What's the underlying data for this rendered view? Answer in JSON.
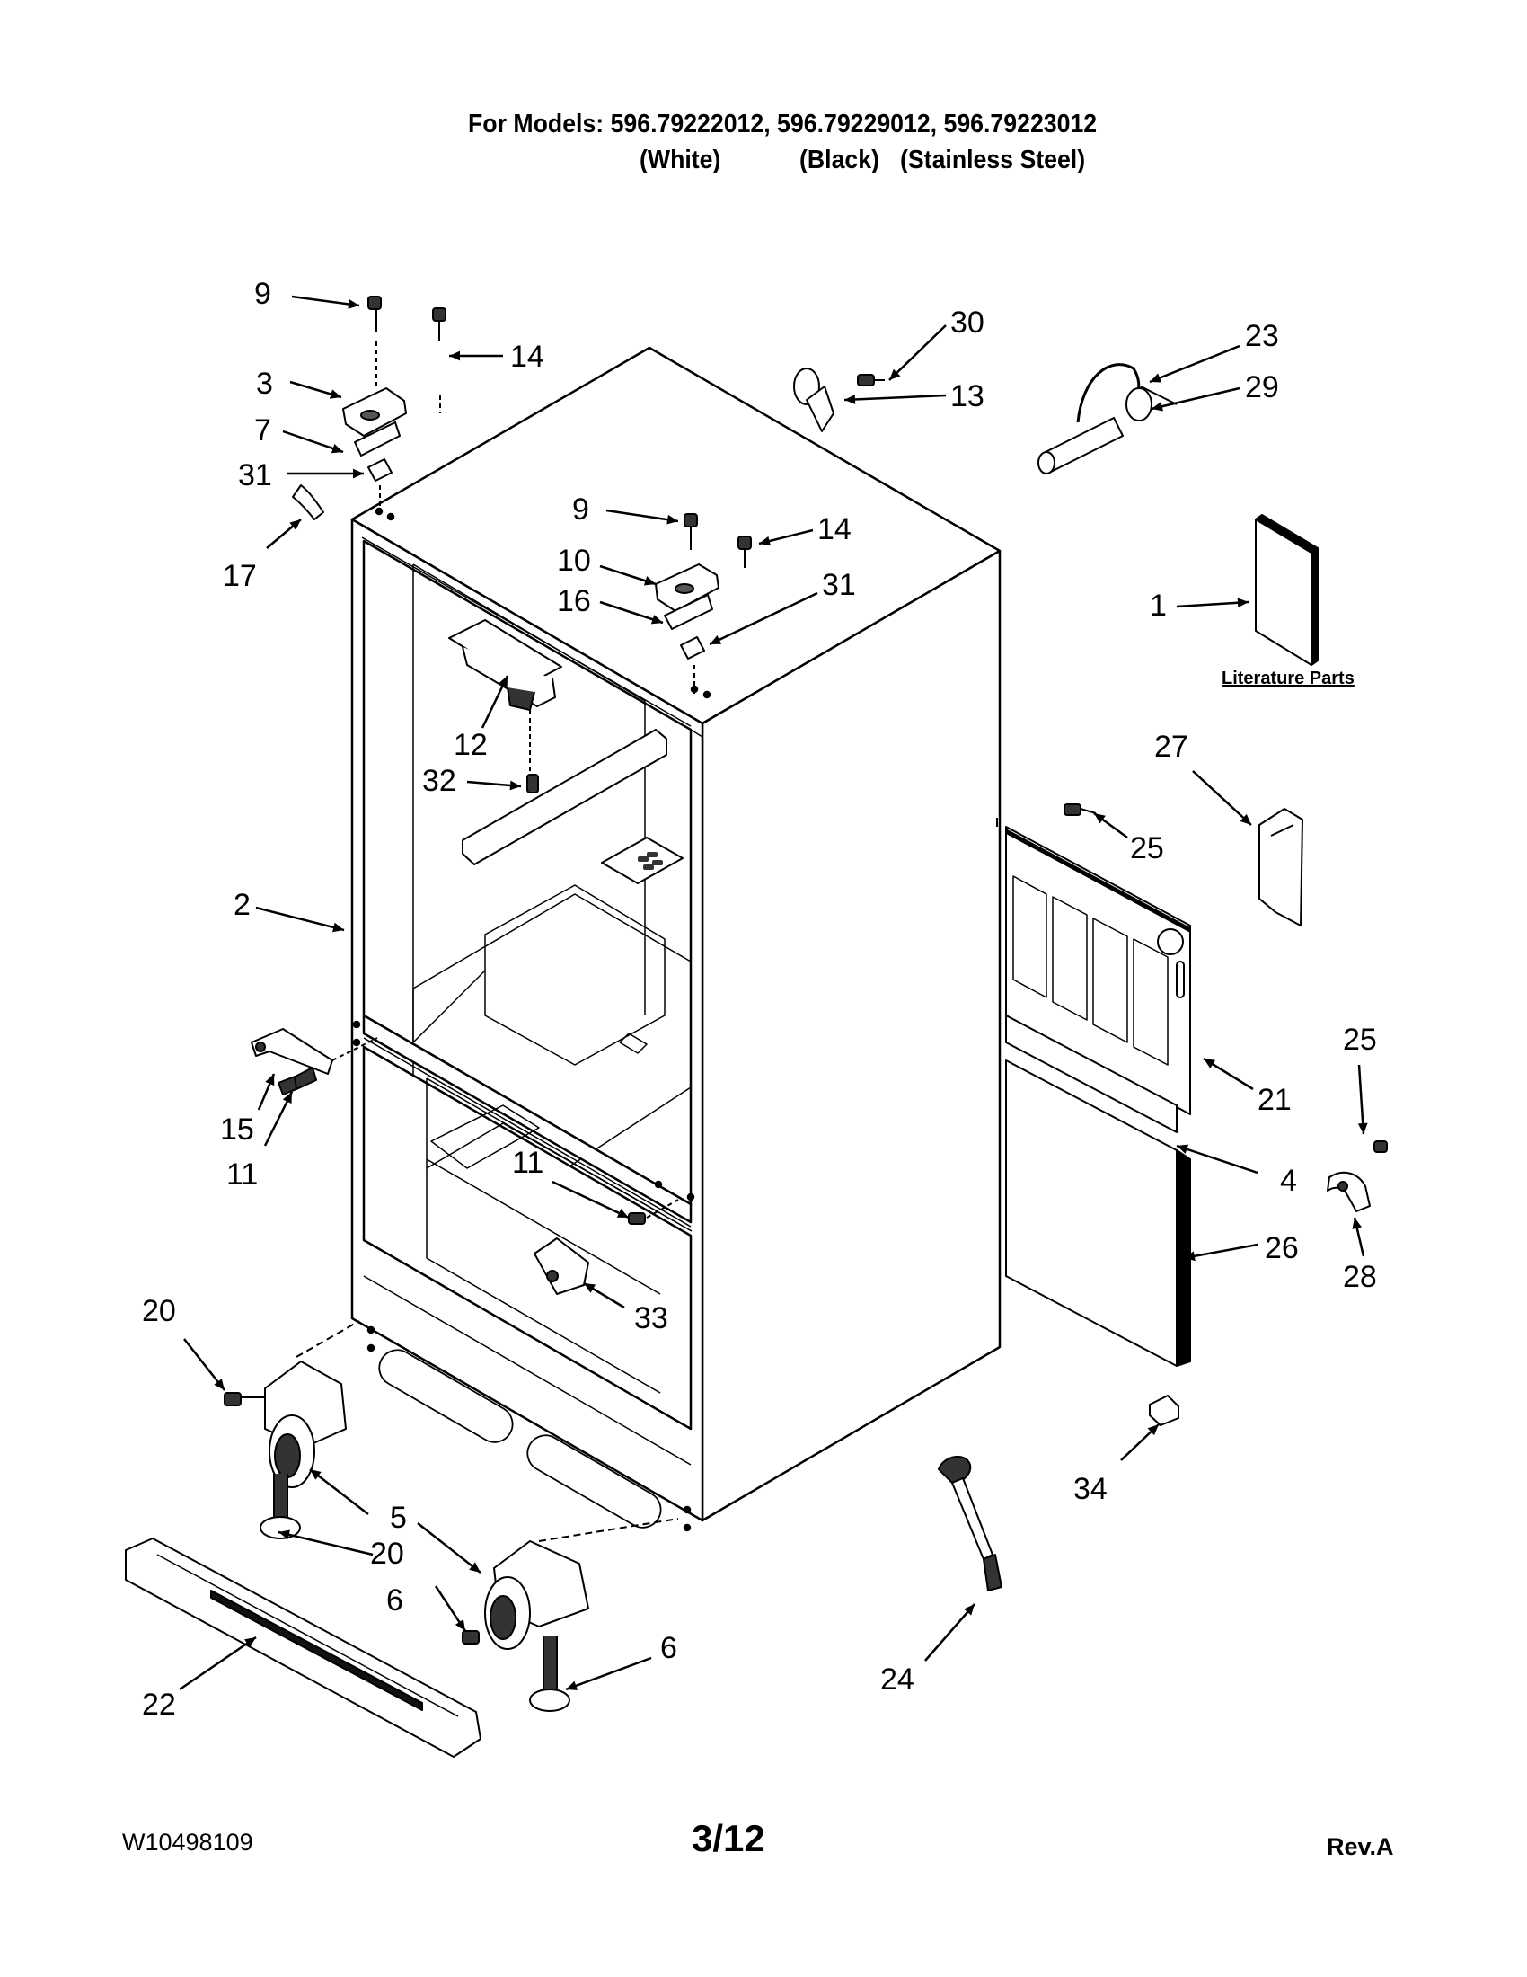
{
  "header": {
    "models_line": "For Models: 596.79222012, 596.79229012, 596.79223012",
    "colors": [
      "(White)",
      "(Black)",
      "(Stainless Steel)"
    ]
  },
  "literature_label": "Literature Parts",
  "callouts": [
    "9",
    "14",
    "3",
    "7",
    "31",
    "17",
    "30",
    "13",
    "23",
    "29",
    "9",
    "14",
    "10",
    "31",
    "16",
    "1",
    "12",
    "32",
    "27",
    "25",
    "2",
    "21",
    "25",
    "4",
    "15",
    "11",
    "11",
    "26",
    "28",
    "33",
    "20",
    "34",
    "5",
    "20",
    "6",
    "6",
    "24",
    "22"
  ],
  "footer": {
    "doc_number": "W10498109",
    "page": "3/12",
    "revision": "Rev.A"
  }
}
